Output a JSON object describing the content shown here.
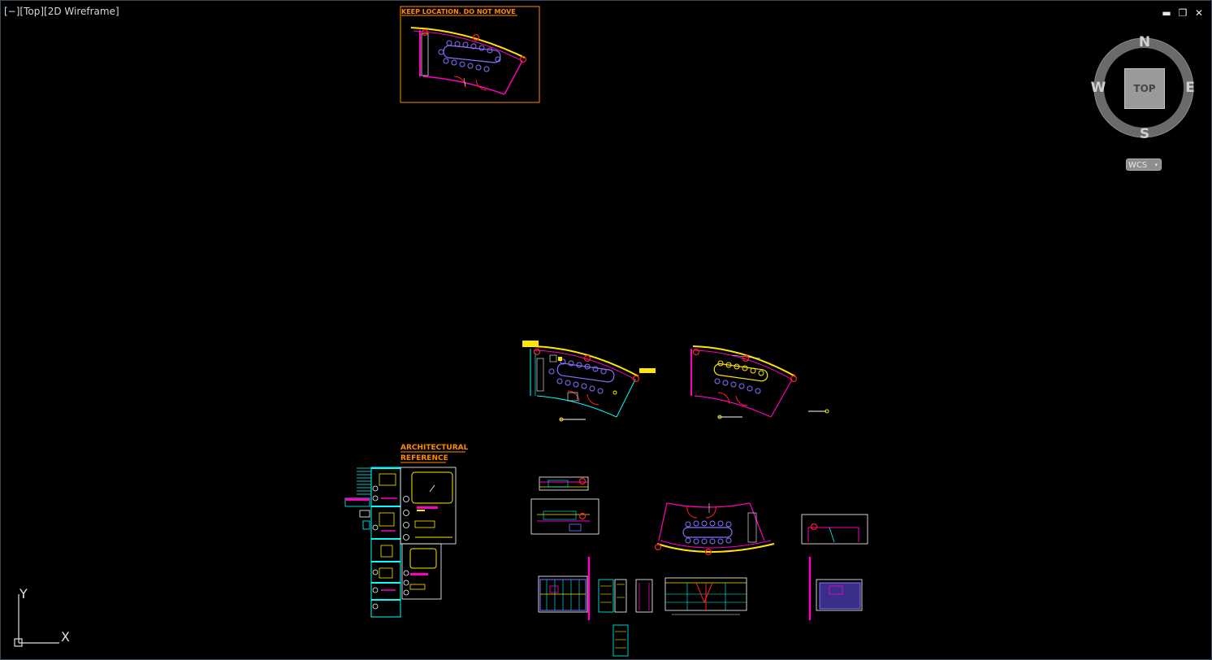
{
  "viewport": {
    "label": "[−][Top][2D Wireframe]"
  },
  "window_controls": {
    "minimize_glyph": "▬",
    "restore_glyph": "❐",
    "close_glyph": "✕"
  },
  "viewcube": {
    "face_label": "TOP",
    "north": "N",
    "south": "S",
    "east": "E",
    "west": "W",
    "coordinate_system": "WCS",
    "dropdown_glyph": "▾"
  },
  "ucs_icon": {
    "x_label": "X",
    "y_label": "Y"
  },
  "drawing": {
    "keyplan_title": "KEEP LOCATION. DO NOT MOVE",
    "reference_title_line1": "ARCHITECTURAL",
    "reference_title_line2": "REFERENCE"
  },
  "colors": {
    "background": "#000000",
    "layer_orange": "#ff8c00",
    "layer_yellow": "#ffe600",
    "layer_cyan": "#00ffff",
    "layer_purple": "#8a70ff",
    "layer_red": "#ff2020",
    "layer_magenta": "#ff00c0",
    "layer_white": "#ffffff",
    "layer_green": "#40ff40"
  }
}
